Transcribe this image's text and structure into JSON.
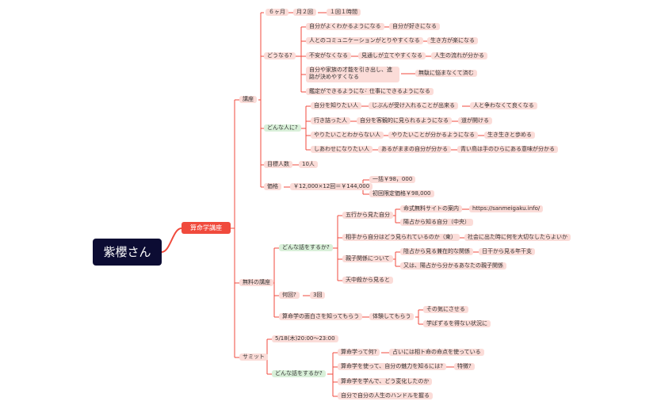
{
  "root": "紫櫻さん",
  "main": "算命学講座",
  "course": {
    "label": "講座",
    "period": "６ヶ月",
    "freq": "月２回",
    "duration": "１回１時間",
    "outcome": {
      "label": "どうなる?",
      "items": [
        [
          "自分がよくわかるようになる",
          "自分が好きになる"
        ],
        [
          "人とのコミュニケーションがとりやすくなる",
          "生き方が楽になる"
        ],
        [
          "不安がなくなる",
          "見通しが立てやすくなる",
          "人生の流れが分かる"
        ],
        [
          "自分や家族の才能を引き出し、進路が決めやすくなる",
          "無駄に悩まなくて済む"
        ],
        [
          "鑑定ができるようになる",
          "仕事にできるようになる"
        ]
      ]
    },
    "audience": {
      "label": "どんな人に?",
      "items": [
        [
          "自分を知りたい人",
          "じぶんが受け入れることが出来る",
          "人と争わなくて良くなる"
        ],
        [
          "行き詰った人",
          "自分を客観的に見られるようになる",
          "道が開ける"
        ],
        [
          "やりたいことわからない人",
          "やりたいことが分かるようになる",
          "生き生きと歩める"
        ],
        [
          "しあわせになりたい人",
          "あるがままの自分が分かる",
          "青い鳥は手のひらにある意味が分かる"
        ]
      ]
    },
    "capacity_label": "目標人数",
    "capacity": "10人",
    "price_label": "価格",
    "price_calc": "￥12,000×12回＝￥144,000",
    "price_options": [
      "一括￥98，000",
      "初回限定価格￥98,000"
    ]
  },
  "free": {
    "label": "無料の講座",
    "topics_label": "どんな話をするか?",
    "topics": {
      "five": "五行から見た自分",
      "five_children": [
        "命式無料サイトの案内",
        "陽占から知る自分（中央）"
      ],
      "url": "https://sanmeigaku.info/",
      "others_view": "相手から自分はどう見られているのか（東）",
      "others_view_child": "社会に出た時に何を大切なしたらよいか",
      "parent_child": "親子関係について",
      "parent_child_children": [
        "陰占から見る兼在的な関係",
        "又は、陽占から分かるあなたの親子関係"
      ],
      "day_stem": "日干から見る年干支",
      "heaven": "天中殺から見ると"
    },
    "times_label": "何回?",
    "times": "3回",
    "interest": "算命学の面白さを知ってもらう",
    "experience": "体験してもらう",
    "experience_children": [
      "その気にさせる",
      "学ばずるを得ない状況に"
    ]
  },
  "summit": {
    "label": "サミット",
    "date": "5/18(木)20:00～23:00",
    "topics_label": "どんな話をするか?",
    "topics": [
      "算命学って何?",
      "算命学を使って、自分の魅力を知るには?",
      "算命学を学んで、どう変化したのか",
      "自分で自分の人生のハンドルを握る"
    ],
    "topic_children": [
      "占いには相ト命の命点を使っている",
      "特徴?"
    ]
  }
}
